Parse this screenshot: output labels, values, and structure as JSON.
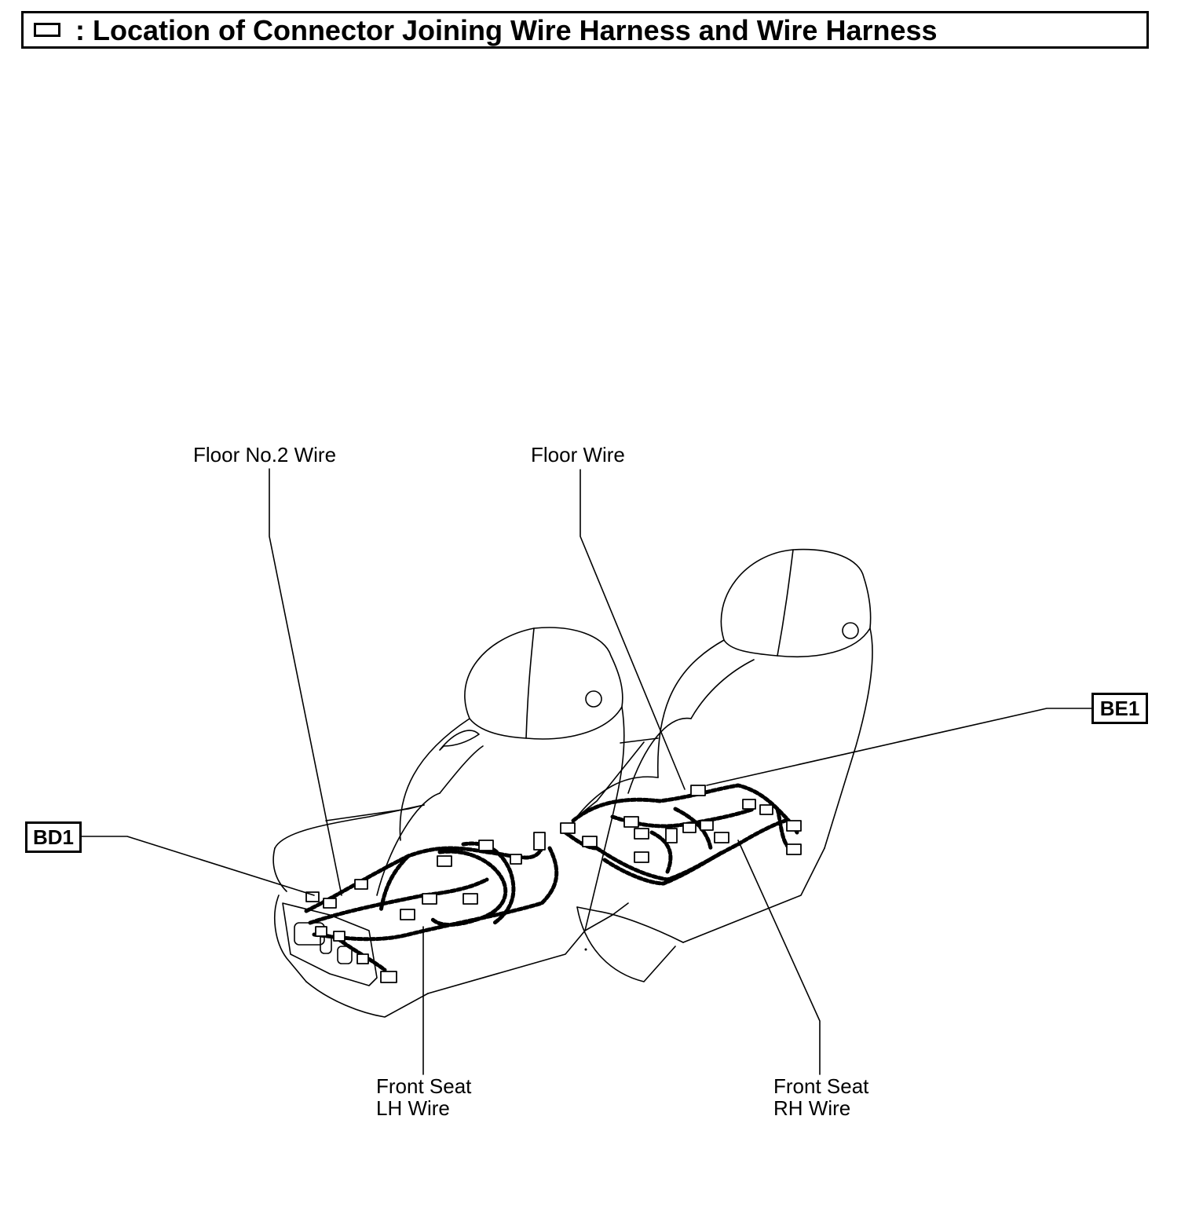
{
  "header": {
    "title": ": Location of Connector Joining Wire Harness and Wire Harness",
    "legend_icon": "rectangle-outline-icon"
  },
  "labels": {
    "floor_no2_wire": "Floor No.2 Wire",
    "floor_wire": "Floor Wire",
    "front_seat_lh_line1": "Front Seat",
    "front_seat_lh_line2": "LH Wire",
    "front_seat_rh_line1": "Front Seat",
    "front_seat_rh_line2": "RH Wire"
  },
  "connectors": {
    "bd1": "BD1",
    "be1": "BE1"
  },
  "colors": {
    "ink": "#000000",
    "paper": "#ffffff"
  }
}
